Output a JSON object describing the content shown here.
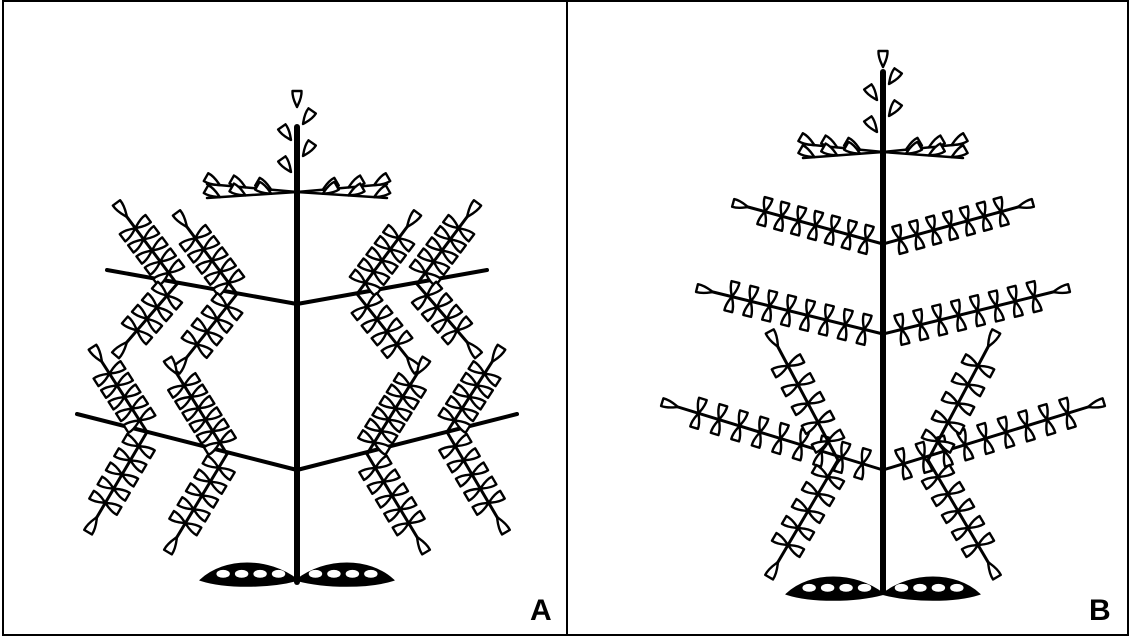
{
  "figure": {
    "panels": [
      {
        "id": "A",
        "label": "A"
      },
      {
        "id": "B",
        "label": "B"
      }
    ]
  },
  "colors": {
    "line": "#000000",
    "background": "#ffffff"
  }
}
